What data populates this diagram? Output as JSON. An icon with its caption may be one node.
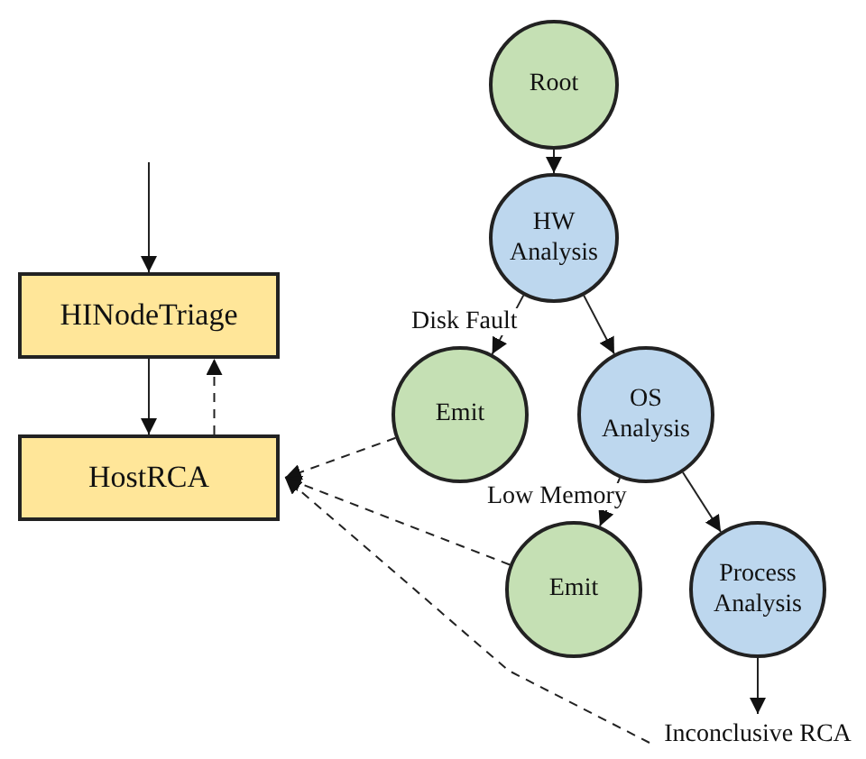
{
  "diagram": {
    "nodes": [
      {
        "text": [
          "HINodeTriage"
        ]
      },
      {
        "text": [
          "HostRCA"
        ]
      },
      {
        "text": [
          "Root"
        ]
      },
      {
        "text": [
          "HW Analysis"
        ]
      },
      {
        "text": [
          "Emit"
        ]
      },
      {
        "text": [
          "OS Analysis"
        ]
      },
      {
        "text": [
          "Emit"
        ]
      },
      {
        "text": [
          "Process Analysis"
        ]
      },
      {
        "text": [
          "Inconclusive RCA"
        ]
      }
    ],
    "edges": [
      {
        "from": null,
        "to": 0,
        "arrow": "to"
      },
      {
        "from": 0,
        "to": 1,
        "arrow": "to"
      },
      {
        "from": 1,
        "to": 0,
        "arrow": "to",
        "style": "dashed"
      },
      {
        "from": 2,
        "to": 3,
        "arrow": "to"
      },
      {
        "from": 3,
        "to": 4,
        "arrow": "to",
        "label": "Disk Fault"
      },
      {
        "from": 3,
        "to": 5,
        "arrow": "to"
      },
      {
        "from": 5,
        "to": 6,
        "arrow": "to",
        "label": "Low Memory"
      },
      {
        "from": 5,
        "to": 7,
        "arrow": "to"
      },
      {
        "from": 7,
        "to": 8,
        "arrow": "to"
      },
      {
        "from": 4,
        "to": 1,
        "arrow": "to",
        "style": "dashed"
      },
      {
        "from": 6,
        "to": 1,
        "arrow": "to",
        "style": "dashed"
      },
      {
        "from": 8,
        "to": 1,
        "arrow": "to",
        "style": "dashed"
      }
    ]
  }
}
